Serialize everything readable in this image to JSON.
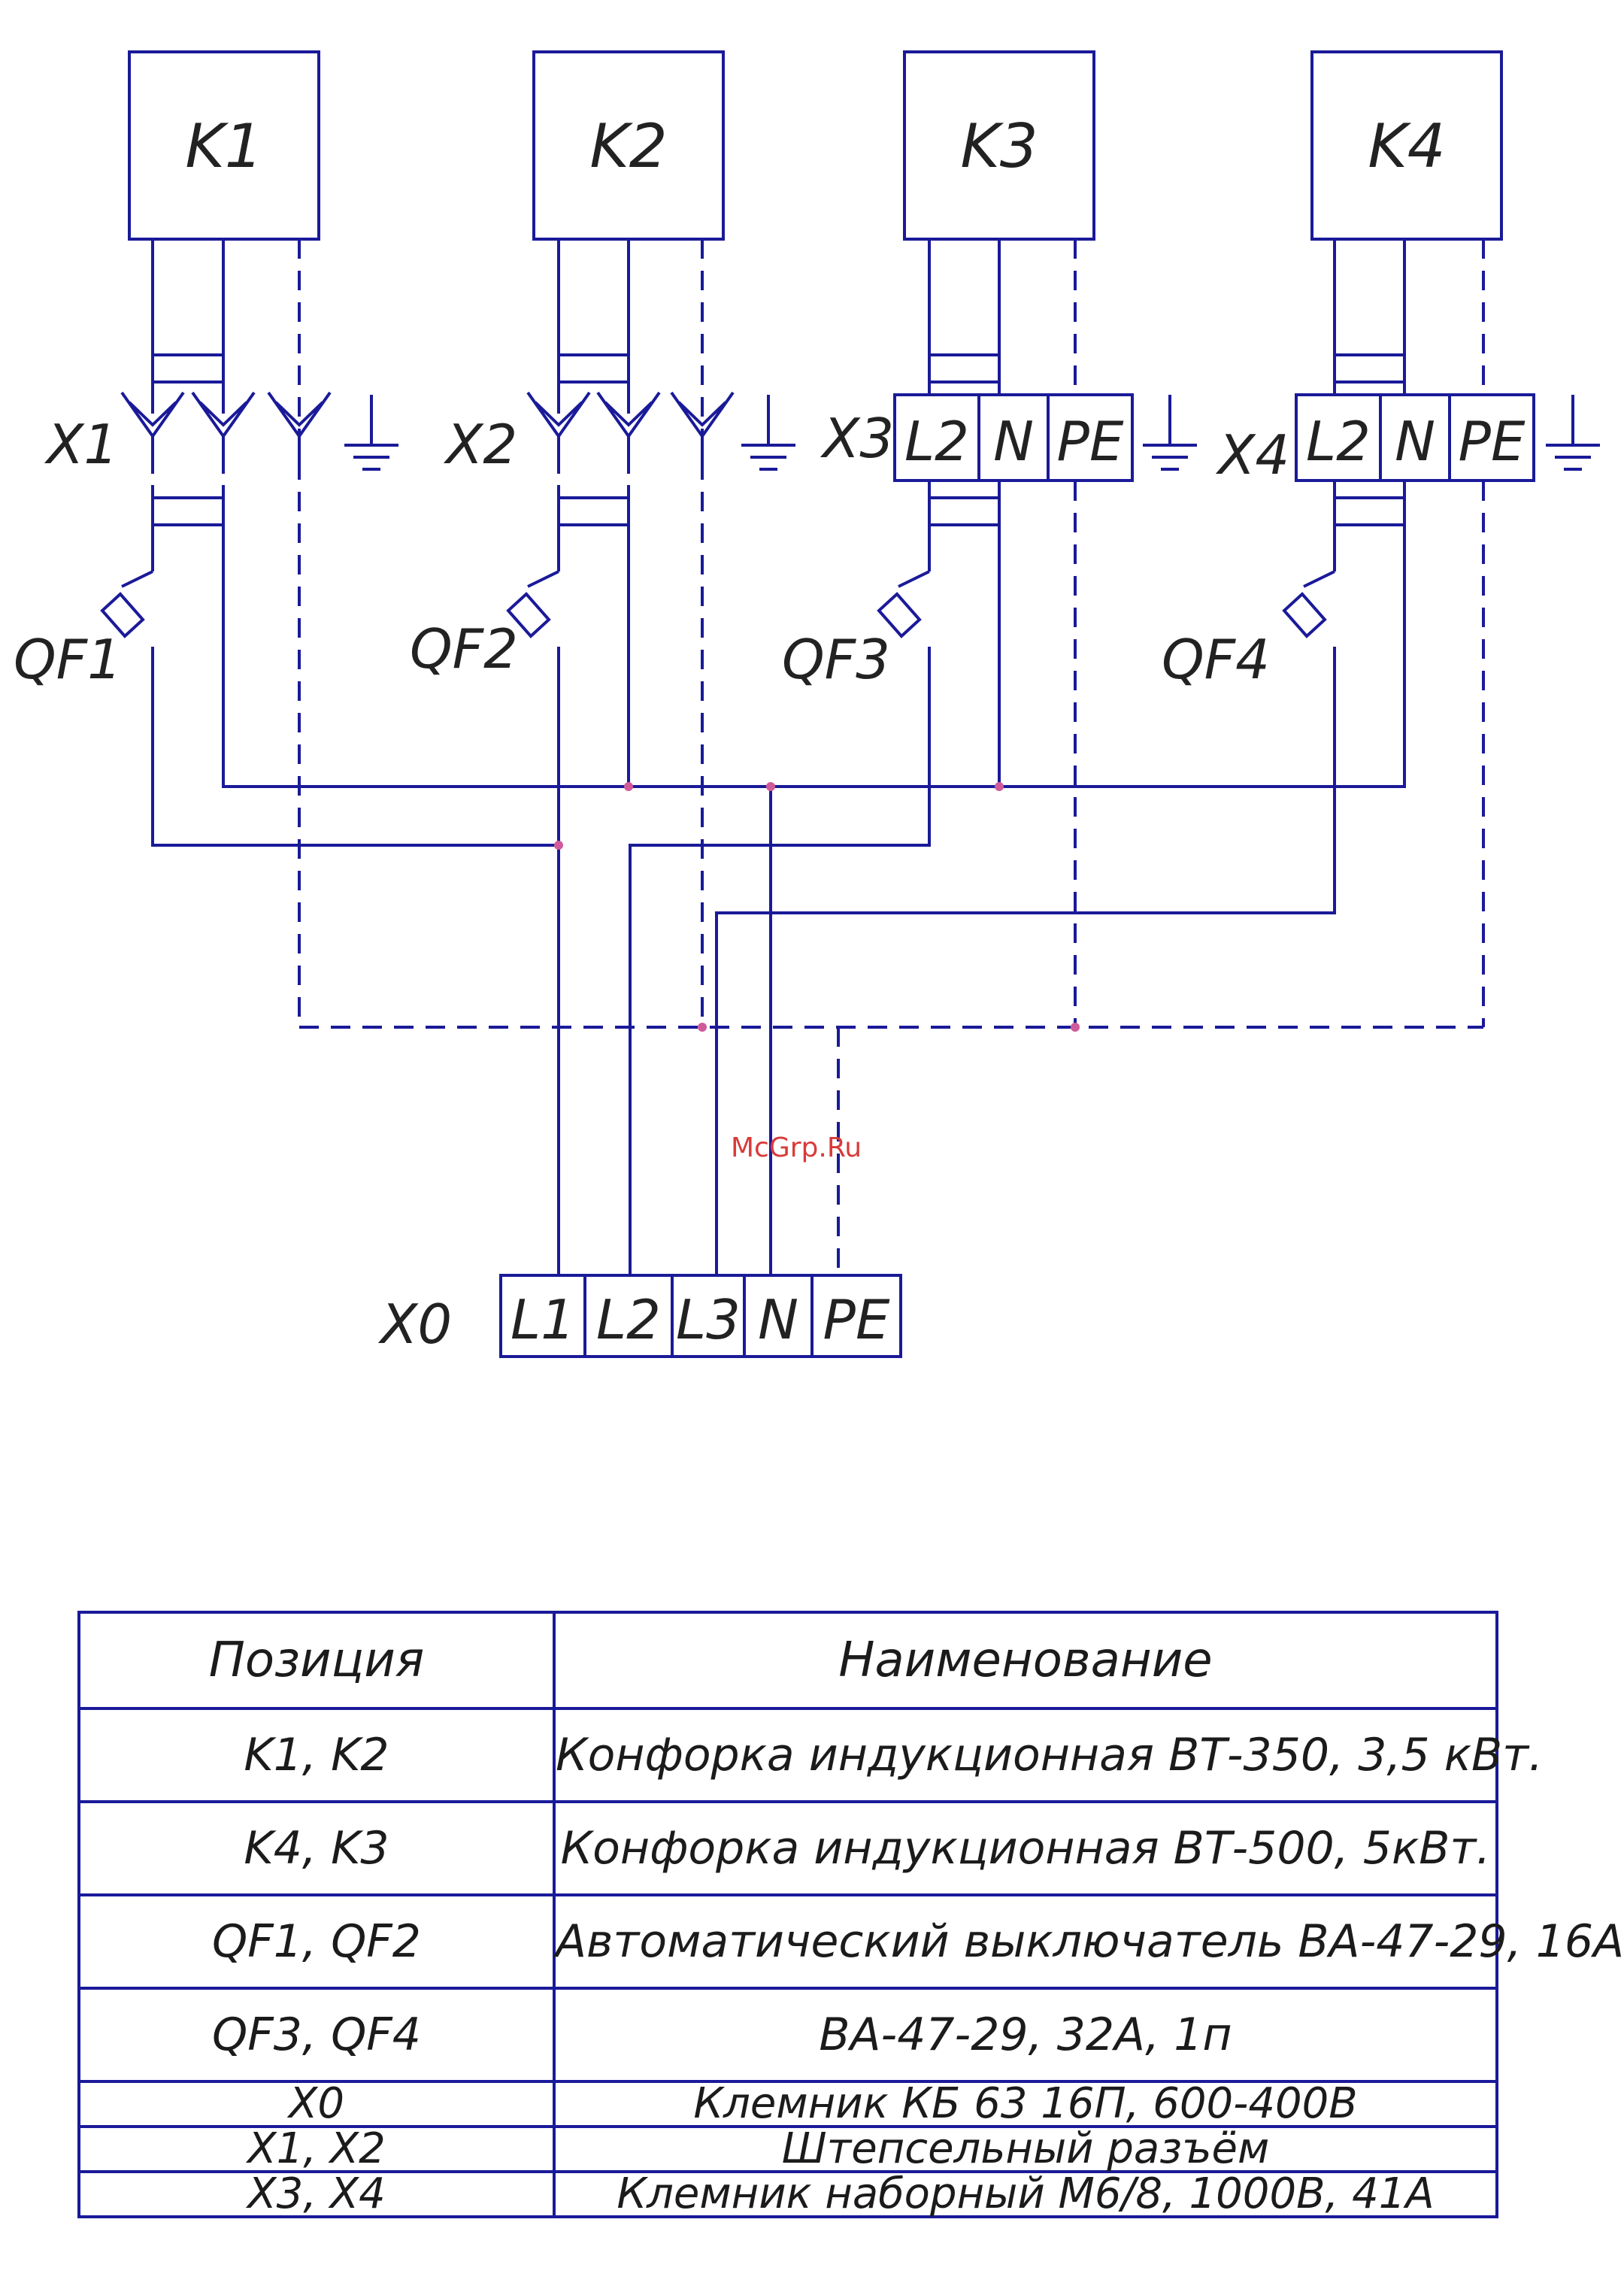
{
  "watermark": "McGrp.Ru",
  "schematic": {
    "loads": [
      "K1",
      "K2",
      "K3",
      "K4"
    ],
    "connectors": [
      "X1",
      "X2",
      "X3",
      "X4"
    ],
    "breakers": [
      "QF1",
      "QF2",
      "QF3",
      "QF4"
    ],
    "terminal_block_x3": {
      "name": "X3",
      "terminals": [
        "L2",
        "N",
        "PE"
      ]
    },
    "terminal_block_x4": {
      "name": "X4",
      "terminals": [
        "L2",
        "N",
        "PE"
      ]
    },
    "main_terminal": {
      "name": "X0",
      "terminals": [
        "L1",
        "L2",
        "L3",
        "N",
        "PE"
      ]
    }
  },
  "legend": {
    "headers": {
      "position": "Позиция",
      "name": "Наименование"
    },
    "rows": [
      {
        "position": "K1, K2",
        "name": "Конфорка индукционная ВТ-350, 3,5 кВт."
      },
      {
        "position": "K4, K3",
        "name": "Конфорка индукционная ВТ-500, 5кВт."
      },
      {
        "position": "QF1, QF2",
        "name": "Автоматический выключатель ВА-47-29, 16А"
      },
      {
        "position": "QF3, QF4",
        "name": "ВА-47-29, 32А, 1п"
      },
      {
        "position": "X0",
        "name": "Клемник КБ 63 16П, 600-400В"
      },
      {
        "position": "X1, X2",
        "name": "Штепсельный разъём"
      },
      {
        "position": "X3, X4",
        "name": "Клемник наборный М6/8, 1000В, 41А"
      }
    ]
  }
}
